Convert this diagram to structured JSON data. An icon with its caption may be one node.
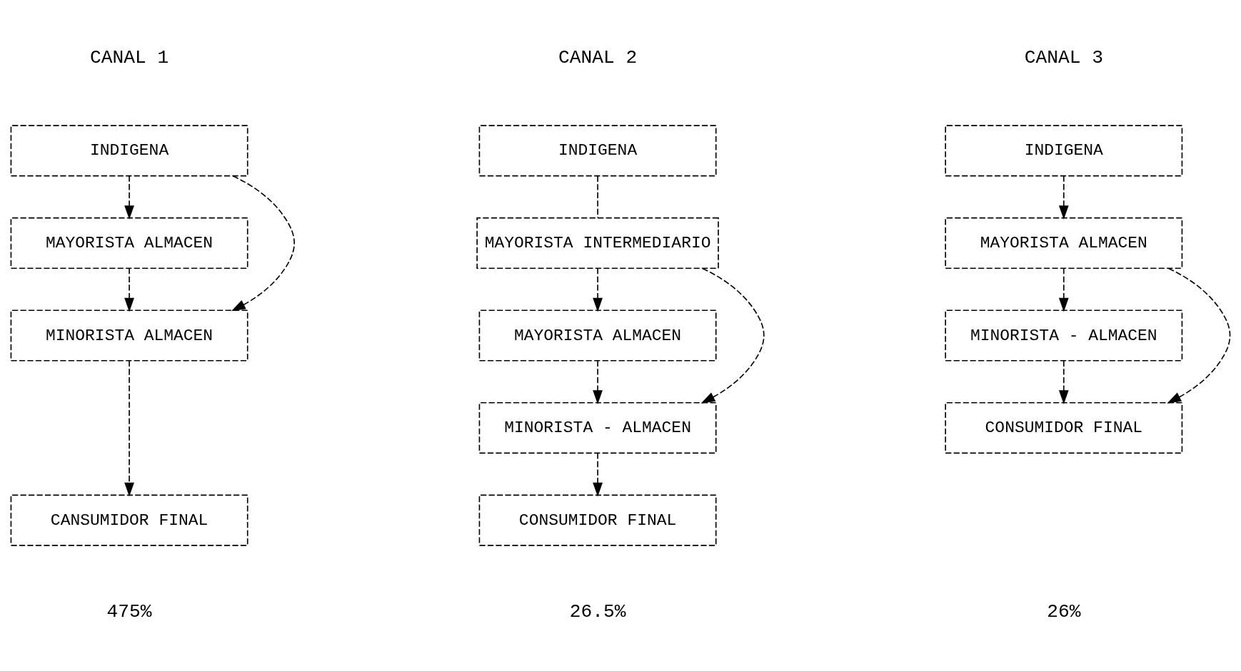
{
  "diagram": {
    "nodes": [
      {
        "text": [
          "INDIGENA"
        ]
      },
      {
        "text": [
          "MAYORISTA ALMACEN"
        ]
      },
      {
        "text": [
          "MINORISTA ALMACEN"
        ]
      },
      {
        "text": [
          "CANSUMIDOR FINAL"
        ]
      },
      {
        "text": [
          "INDIGENA"
        ]
      },
      {
        "text": [
          "MAYORISTA INTERMEDIARIO"
        ]
      },
      {
        "text": [
          "MAYORISTA ALMACEN"
        ]
      },
      {
        "text": [
          "MINORISTA - ALMACEN"
        ]
      },
      {
        "text": [
          "CONSUMIDOR FINAL"
        ]
      },
      {
        "text": [
          "INDIGENA"
        ]
      },
      {
        "text": [
          "MAYORISTA ALMACEN"
        ]
      },
      {
        "text": [
          "MINORISTA - ALMACEN"
        ]
      },
      {
        "text": [
          "CONSUMIDOR FINAL"
        ]
      }
    ],
    "edges": [
      {
        "from": 0,
        "to": 1,
        "arrow": "to",
        "style": "dashed"
      },
      {
        "from": 1,
        "to": 2,
        "arrow": "to",
        "style": "dashed"
      },
      {
        "from": 2,
        "to": 3,
        "arrow": "to",
        "style": "dashed"
      },
      {
        "from": 0,
        "to": 2,
        "arrow": "to",
        "style": "dashed"
      },
      {
        "from": 4,
        "to": 5,
        "arrow": "none",
        "style": "dashed"
      },
      {
        "from": 5,
        "to": 6,
        "arrow": "to",
        "style": "dashed"
      },
      {
        "from": 6,
        "to": 7,
        "arrow": "to",
        "style": "dashed"
      },
      {
        "from": 7,
        "to": 8,
        "arrow": "to",
        "style": "dashed"
      },
      {
        "from": 5,
        "to": 7,
        "arrow": "to",
        "style": "dashed"
      },
      {
        "from": 9,
        "to": 10,
        "arrow": "to",
        "style": "dashed"
      },
      {
        "from": 10,
        "to": 11,
        "arrow": "to",
        "style": "dashed"
      },
      {
        "from": 11,
        "to": 12,
        "arrow": "to",
        "style": "dashed"
      },
      {
        "from": 10,
        "to": 12,
        "arrow": "to",
        "style": "dashed"
      }
    ],
    "labels": [
      "CANAL 1",
      "CANAL 2",
      "CANAL 3",
      "475%",
      "26.5%",
      "26%"
    ]
  }
}
